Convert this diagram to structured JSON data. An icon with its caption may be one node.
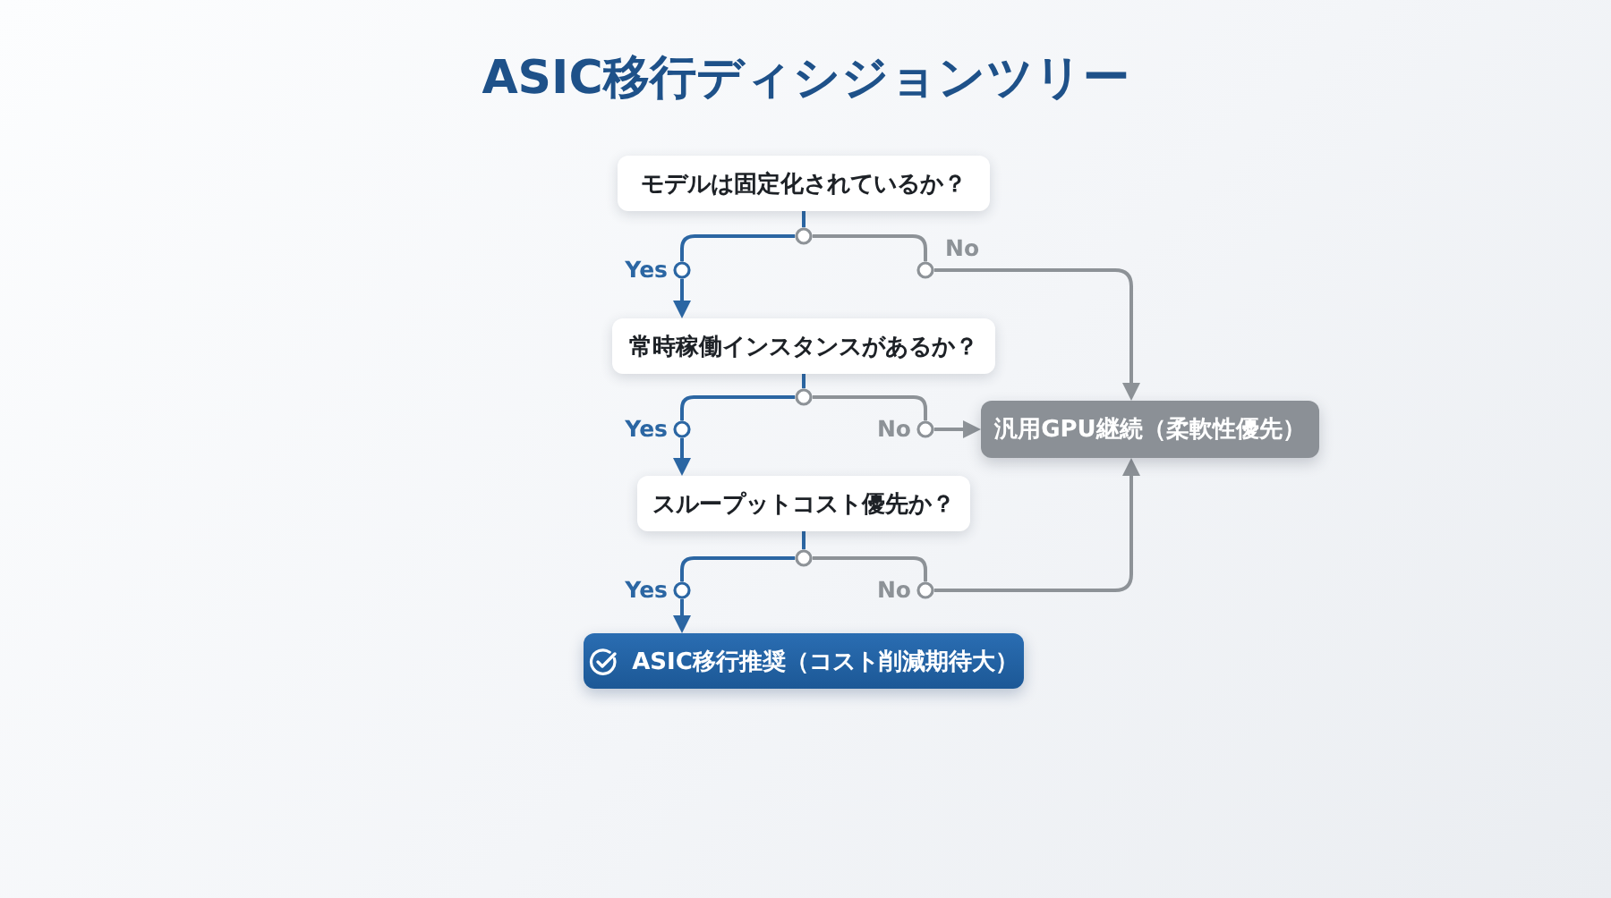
{
  "diagram": {
    "title": "ASIC移行ディシジョンツリー",
    "nodes": [
      {
        "text": [
          "モデルは固定化されているか？"
        ]
      },
      {
        "text": [
          "常時稼働インスタンスがあるか？"
        ]
      },
      {
        "text": [
          "スループットコスト優先か？"
        ]
      },
      {
        "text": [
          "汎用GPU継続（柔軟性優先）"
        ]
      },
      {
        "text": [
          "ASIC移行推奨（コスト削減期待大）"
        ]
      }
    ],
    "edges": [
      {
        "from": 0,
        "to": 1,
        "arrow": "to",
        "label": "Yes",
        "color": "#2b66a3"
      },
      {
        "from": 0,
        "to": 3,
        "arrow": "to",
        "label": "No",
        "color": "#8d9297"
      },
      {
        "from": 1,
        "to": 2,
        "arrow": "to",
        "label": "Yes",
        "color": "#2b66a3"
      },
      {
        "from": 1,
        "to": 3,
        "arrow": "to",
        "label": "No",
        "color": "#8d9297"
      },
      {
        "from": 2,
        "to": 4,
        "arrow": "to",
        "label": "Yes",
        "color": "#2b66a3"
      },
      {
        "from": 2,
        "to": 3,
        "arrow": "to",
        "label": "No",
        "color": "#8d9297"
      }
    ]
  }
}
